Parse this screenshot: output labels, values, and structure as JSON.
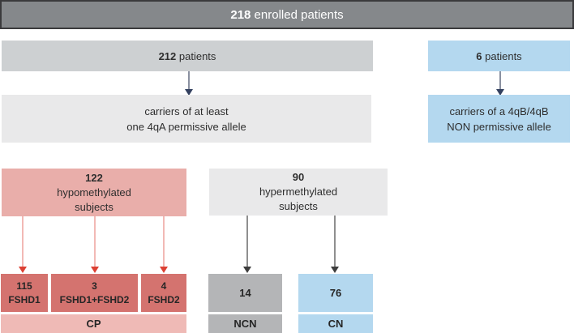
{
  "header": {
    "count": "218",
    "label": " enrolled patients"
  },
  "permissive_branch": {
    "patients_count": "212",
    "patients_label": " patients",
    "carriers_line1": "carriers of at least",
    "carriers_line2": "one 4qA permissive allele",
    "hypomethylated": {
      "count": "122",
      "line1": "hypomethylated",
      "line2": "subjects"
    },
    "outcomes": [
      {
        "count": "115",
        "label": "FSHD1"
      },
      {
        "count": "3",
        "label": "FSHD1+FSHD2"
      },
      {
        "count": "4",
        "label": "FSHD2"
      }
    ],
    "group_label": "CP"
  },
  "hypermethylated_branch": {
    "count": "90",
    "line1": "hypermethylated",
    "line2": "subjects",
    "outcomes": [
      {
        "count": "14",
        "group_label": "NCN"
      },
      {
        "count": "76",
        "group_label": "CN"
      }
    ]
  },
  "non_permissive_branch": {
    "patients_count": "6",
    "patients_label": " patients",
    "carriers_line1": "carriers of a 4qB/4qB",
    "carriers_line2": "NON permissive allele"
  },
  "colors": {
    "header_bg": "#85888b",
    "header_border": "#3a3a3c",
    "gray_mid": "#cdd0d2",
    "gray_light": "#e9e9ea",
    "gray_dark": "#b4b5b7",
    "blue": "#b4d8ef",
    "pink": "#e9aeaa",
    "red": "#d4736f",
    "pink_light": "#efbab6",
    "arrow_navy": "#33405f",
    "arrow_red": "#dc4033",
    "arrow_dark": "#3d3d3d"
  }
}
